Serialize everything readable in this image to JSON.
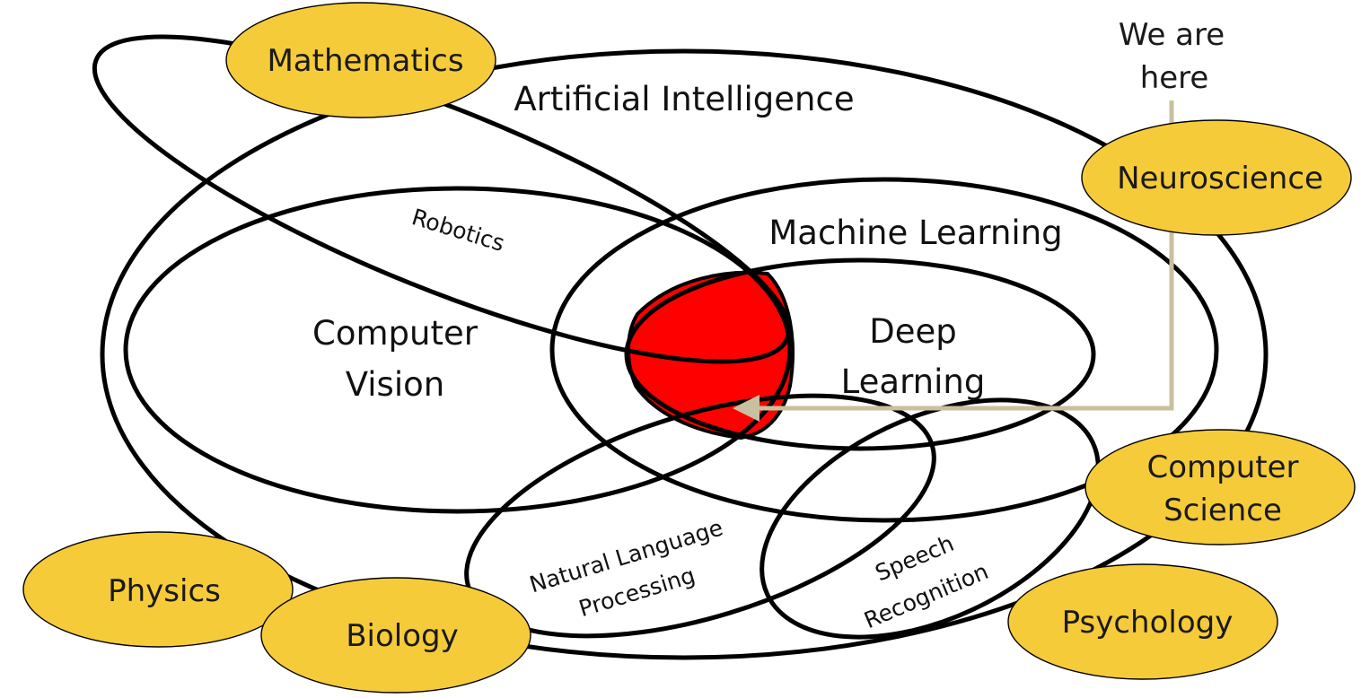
{
  "diagram": {
    "areas": {
      "artificial_intelligence": "Artificial Intelligence",
      "machine_learning": "Machine Learning",
      "deep_learning_line1": "Deep",
      "deep_learning_line2": "Learning",
      "computer_vision_line1": "Computer",
      "computer_vision_line2": "Vision",
      "robotics": "Robotics",
      "nlp_line1": "Natural Language",
      "nlp_line2": "Processing",
      "speech_line1": "Speech",
      "speech_line2": "Recognition"
    },
    "fields": {
      "mathematics": "Mathematics",
      "neuroscience": "Neuroscience",
      "computer_science_line1": "Computer",
      "computer_science_line2": "Science",
      "physics": "Physics",
      "biology": "Biology",
      "psychology": "Psychology"
    },
    "pointer": {
      "line1": "We are",
      "line2": "here"
    },
    "colors": {
      "field_fill": "#f6cb3a",
      "highlight": "#ff0000",
      "pointer": "#c8c09e"
    }
  }
}
